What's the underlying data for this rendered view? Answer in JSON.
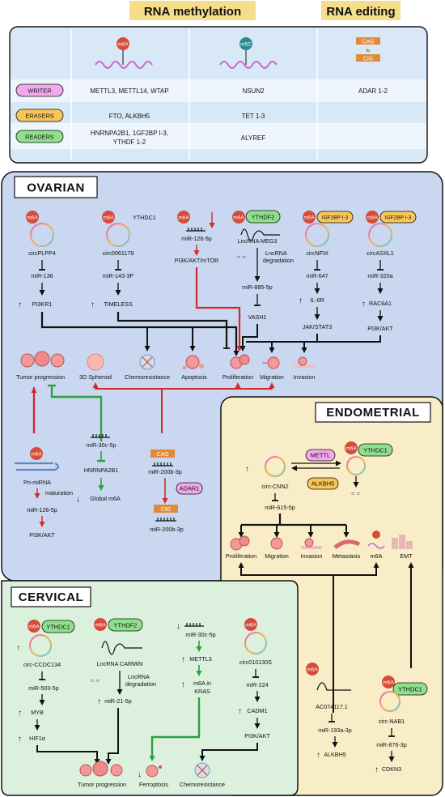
{
  "headers": {
    "rna_methylation": "RNA methylation",
    "rna_editing": "RNA editing"
  },
  "table": {
    "marks": {
      "m6a": "m6A",
      "m5c": "m5C",
      "cag": "CAG",
      "to": "to",
      "cig": "CIG"
    },
    "roles": [
      "WRITER",
      "ERASERS",
      "READERS"
    ],
    "m6a_col": [
      "METTL3, METTL14, WTAP",
      "FTO, ALKBH5",
      "HNRNPA2B1, 1GF2BP I-3,",
      "YTHDF 1-2"
    ],
    "m5c_col": [
      "NSUN2",
      "TET 1-3",
      "ALYREF"
    ],
    "edit_col": [
      "ADAR 1-2"
    ]
  },
  "ovarian": {
    "title": "OVARIAN",
    "m6a": "m6A",
    "ythdc1": "YTHDC1",
    "ythdf2": "YTHDF2",
    "igf2bp": "IGF2BP I-3",
    "c1": [
      "circPLPP4",
      "miR-136",
      "PI3KR1"
    ],
    "c2": [
      "circ0061179",
      "miR-143-3P",
      "TIMELESS"
    ],
    "c3": [
      "miR-126-5p",
      "PI3K/AKT/mTOR"
    ],
    "c4": [
      "LncRNA MEG3",
      "LncRNA",
      "degradation",
      "miR-885-5p",
      "VASH1"
    ],
    "c5": [
      "circNFIX",
      "miR-647",
      "IL-6R",
      "JAK/STAT3"
    ],
    "c6": [
      "circASXL1",
      "miR-320a",
      "RAC6A1",
      "PI3K/AKT"
    ],
    "outcomes": [
      "Tumor progression",
      "3D Spheroid",
      "Chemoresistance",
      "Apoptosis",
      "Proliferation",
      "Migration",
      "Invasion"
    ],
    "lower": {
      "primirna": "Pri-miRNA",
      "maturation": "maturation",
      "mir126": "miR-126-5p",
      "pi3k": "PI3K/AKT",
      "mir30": "miR-30c-5p",
      "hnrnp": "HNRNPA2B1",
      "global": "Global m6A",
      "mir200": "miR-200b-3p",
      "adar1": "ADAR1",
      "mir200b": "miR-200b-3p"
    }
  },
  "endometrial": {
    "title": "ENDOMETRIAL",
    "mettl": "METTL",
    "alkbh5": "ALKBH5",
    "ythdc1": "YTHDC1",
    "m6a": "m6A",
    "circ": "circ-CNN2",
    "mir": "miR-615-5p",
    "outcomes": [
      "Proliferation",
      "Migration",
      "Invasion",
      "Metastasis",
      "m6A",
      "EMT"
    ],
    "ac": [
      "AC074117.1",
      "miR-193a-3p",
      "ALKBH5"
    ],
    "nab": [
      "circ-NAB1",
      "miR-876-3p",
      "CDKN3"
    ]
  },
  "cervical": {
    "title": "CERVICAL",
    "m6a": "m6A",
    "ythdc1": "YTHDC1",
    "ythdf2": "YTHDF2",
    "c1": [
      "circ-CCDC134",
      "miR-503-5p",
      "MYB",
      "HIF1α"
    ],
    "c2": [
      "LncRNA CARMIN",
      "LncRNA",
      "degradation",
      "miR-21-5p"
    ],
    "c3": [
      "miR-30c-5p",
      "METTL3",
      "m6A in",
      "KRAS"
    ],
    "c4": [
      "circ010130S",
      "miR-224",
      "CADM1",
      "PI3K/AKT"
    ],
    "outcomes": [
      "Tumor progression",
      "Ferroptosis",
      "Chemoresistance"
    ]
  },
  "colors": {
    "red": "#d42a2a",
    "green": "#2e9e3e",
    "ovarian_bg": "#c9d7f1",
    "endo_bg": "#f8edc6",
    "cerv_bg": "#dbf1de",
    "table_bg": "#d9e8f7"
  }
}
